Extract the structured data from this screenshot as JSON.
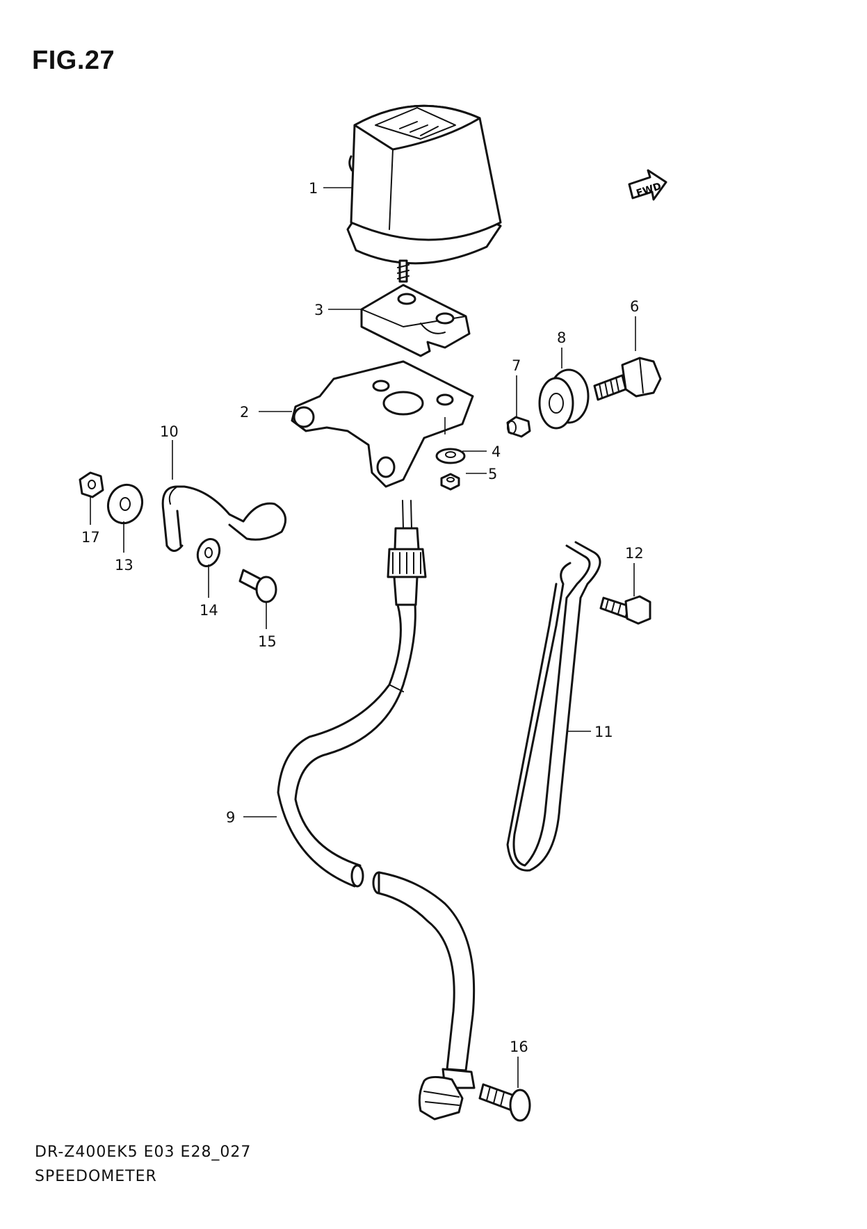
{
  "figure": {
    "title": "FIG.27",
    "model_code": "DR-Z400EK5 E03 E28_027",
    "name": "SPEEDOMETER",
    "direction_badge": "FWD"
  },
  "callouts": [
    "1",
    "2",
    "3",
    "4",
    "5",
    "6",
    "7",
    "8",
    "9",
    "10",
    "11",
    "12",
    "13",
    "14",
    "15",
    "16",
    "17"
  ]
}
